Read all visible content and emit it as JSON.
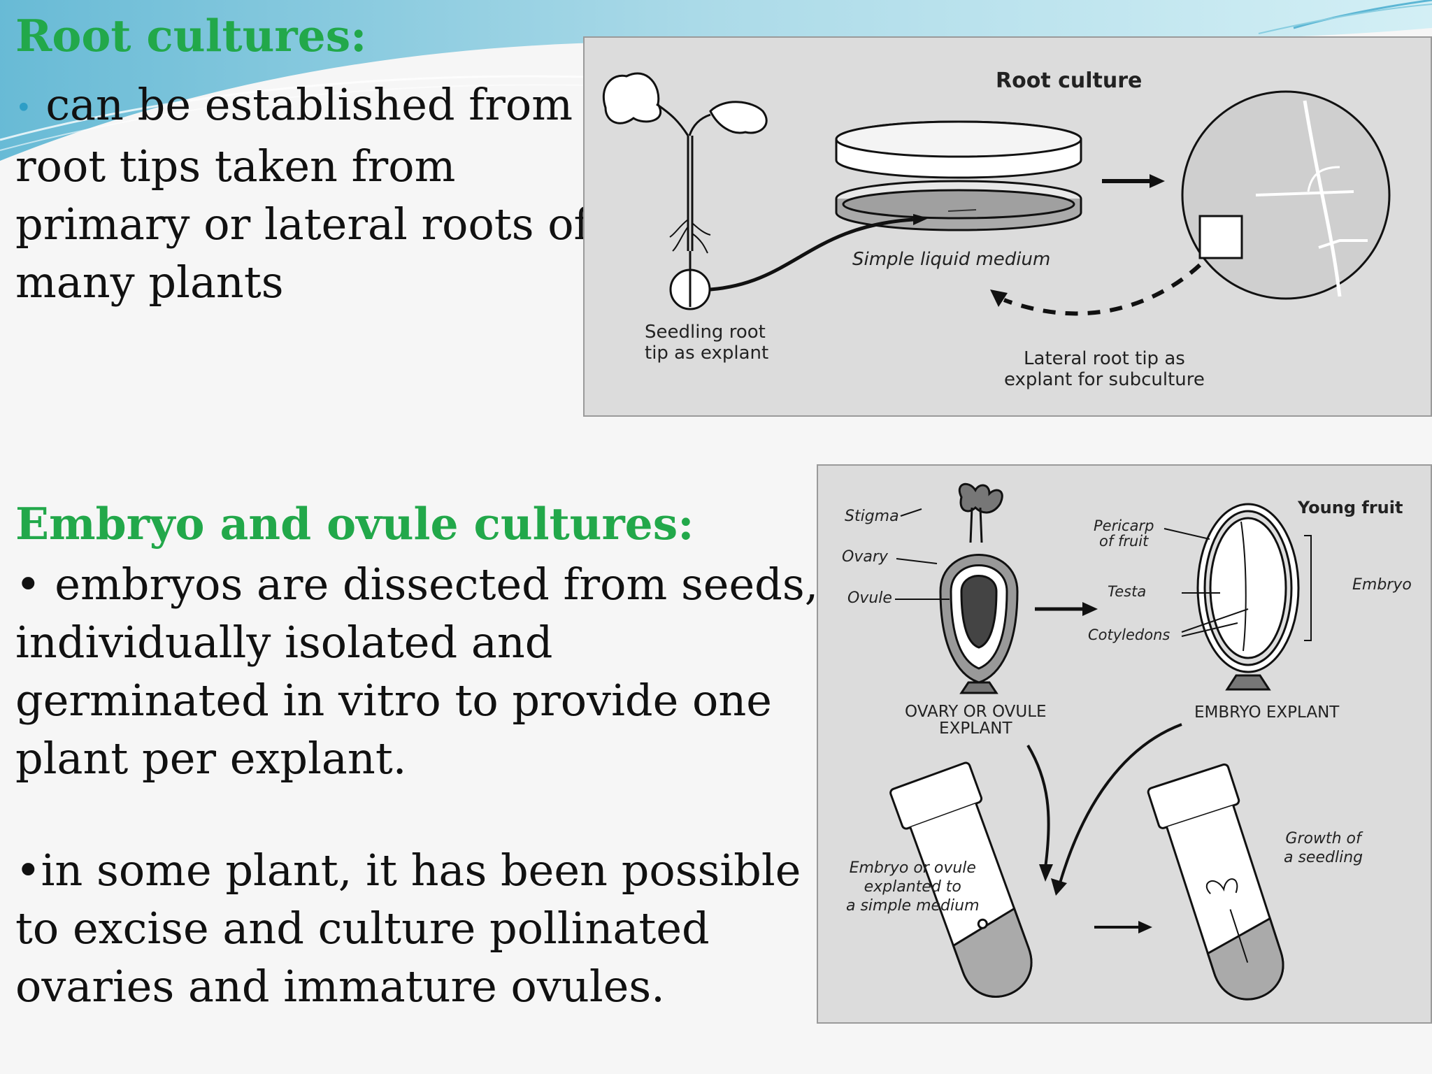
{
  "root_section": {
    "heading": "Root cultures:",
    "bullet_lines": [
      "can be established from",
      "root tips taken from",
      "primary or lateral roots of",
      "many plants"
    ]
  },
  "embryo_section": {
    "heading": "Embryo and ovule  cultures:",
    "bullet1_lines": [
      "• embryos are dissected from seeds,",
      "individually isolated and",
      "germinated in vitro to provide one",
      "plant per explant."
    ],
    "bullet2_lines": [
      "•in some plant, it has been possible",
      "to excise and culture pollinated",
      "ovaries and immature ovules."
    ]
  },
  "root_figure": {
    "title": "Root culture",
    "medium_label": "Simple liquid medium",
    "seedling_label_lines": [
      "Seedling root",
      "tip as explant"
    ],
    "lateral_label_lines": [
      "Lateral root tip as",
      "explant for subculture"
    ]
  },
  "embryo_figure": {
    "stigma": "Stigma",
    "ovary": "Ovary",
    "ovule": "Ovule",
    "pericarp_lines": [
      "Pericarp",
      "of fruit"
    ],
    "testa": "Testa",
    "cotyledons": "Cotyledons",
    "young_fruit": "Young fruit",
    "embryo": "Embryo",
    "ovary_explant_lines": [
      "OVARY  OR  OVULE",
      "EXPLANT"
    ],
    "embryo_explant": "EMBRYO  EXPLANT",
    "explanted_lines": [
      "Embryo or ovule",
      "explanted to",
      "a simple medium"
    ],
    "growth_lines": [
      "Growth of",
      "a seedling"
    ]
  },
  "colors": {
    "heading_green": "#22a84a",
    "wave_blue": "#7fc6dc",
    "bullet_blue": "#2e9ec6",
    "figure_bg": "#dcdcdc"
  }
}
